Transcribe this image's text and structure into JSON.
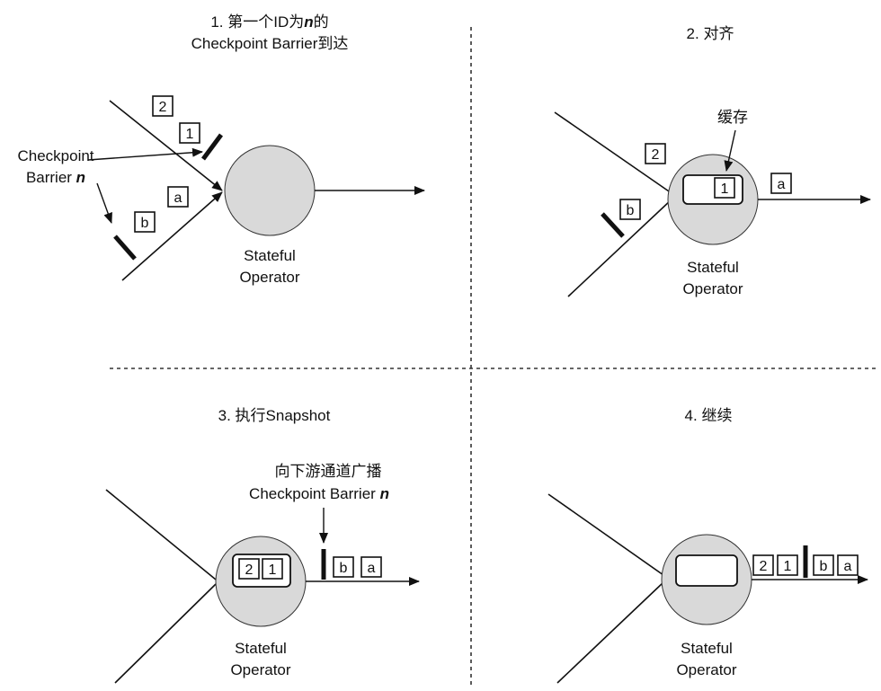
{
  "panels": {
    "p1": {
      "title_line1": "1. 第一个ID为",
      "title_italic": "n",
      "title_line1_suffix": "的",
      "title_line2": "Checkpoint Barrier到达",
      "barrier_label_line1": "Checkpoint",
      "barrier_label_line2": "Barrier ",
      "barrier_label_n": "n",
      "operator_line1": "Stateful",
      "operator_line2": "Operator",
      "records": [
        "2",
        "1",
        "a",
        "b"
      ]
    },
    "p2": {
      "title": "2. 对齐",
      "buffer_label": "缓存",
      "operator_line1": "Stateful",
      "operator_line2": "Operator",
      "records": [
        "2",
        "b",
        "1",
        "a"
      ]
    },
    "p3": {
      "title": "3. 执行Snapshot",
      "broadcast_line1": "向下游通道广播",
      "broadcast_line2": "Checkpoint Barrier ",
      "broadcast_n": "n",
      "operator_line1": "Stateful",
      "operator_line2": "Operator",
      "state_records": [
        "2",
        "1"
      ],
      "out_records": [
        "b",
        "a"
      ]
    },
    "p4": {
      "title": "4. 继续",
      "operator_line1": "Stateful",
      "operator_line2": "Operator",
      "out_records": [
        "2",
        "1",
        "b",
        "a"
      ]
    }
  },
  "colors": {
    "operator_fill": "#d9d9d9",
    "line": "#111111",
    "box_fill": "#ffffff"
  }
}
